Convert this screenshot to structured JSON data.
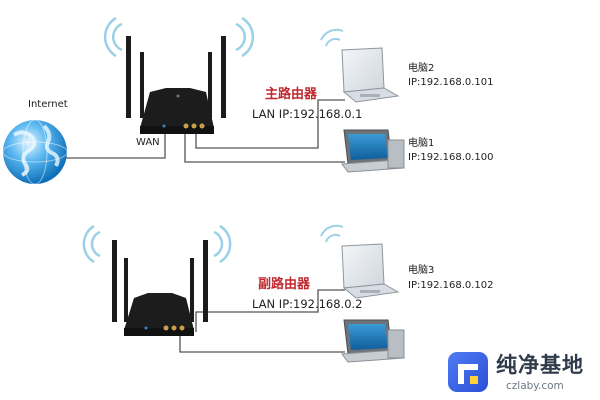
{
  "internet": {
    "label": "Internet"
  },
  "wan": {
    "label": "WAN"
  },
  "main_router": {
    "title": "主路由器",
    "lan_ip": "LAN IP:192.168.0.1"
  },
  "sub_router": {
    "title": "副路由器",
    "lan_ip": "LAN IP:192.168.0.2"
  },
  "computers": {
    "pc2": {
      "name": "电脑2",
      "ip": "IP:192.168.0.101"
    },
    "pc1": {
      "name": "电脑1",
      "ip": "IP:192.168.0.100"
    },
    "pc3": {
      "name": "电脑3",
      "ip": "IP:192.168.0.102"
    }
  },
  "watermark": {
    "title": "纯净基地",
    "url": "czlaby.com"
  },
  "colors": {
    "accent_red": "#c0282e",
    "cable": "#555555",
    "wifi": "#9ad1e6",
    "globe": "#1a8fd8"
  }
}
